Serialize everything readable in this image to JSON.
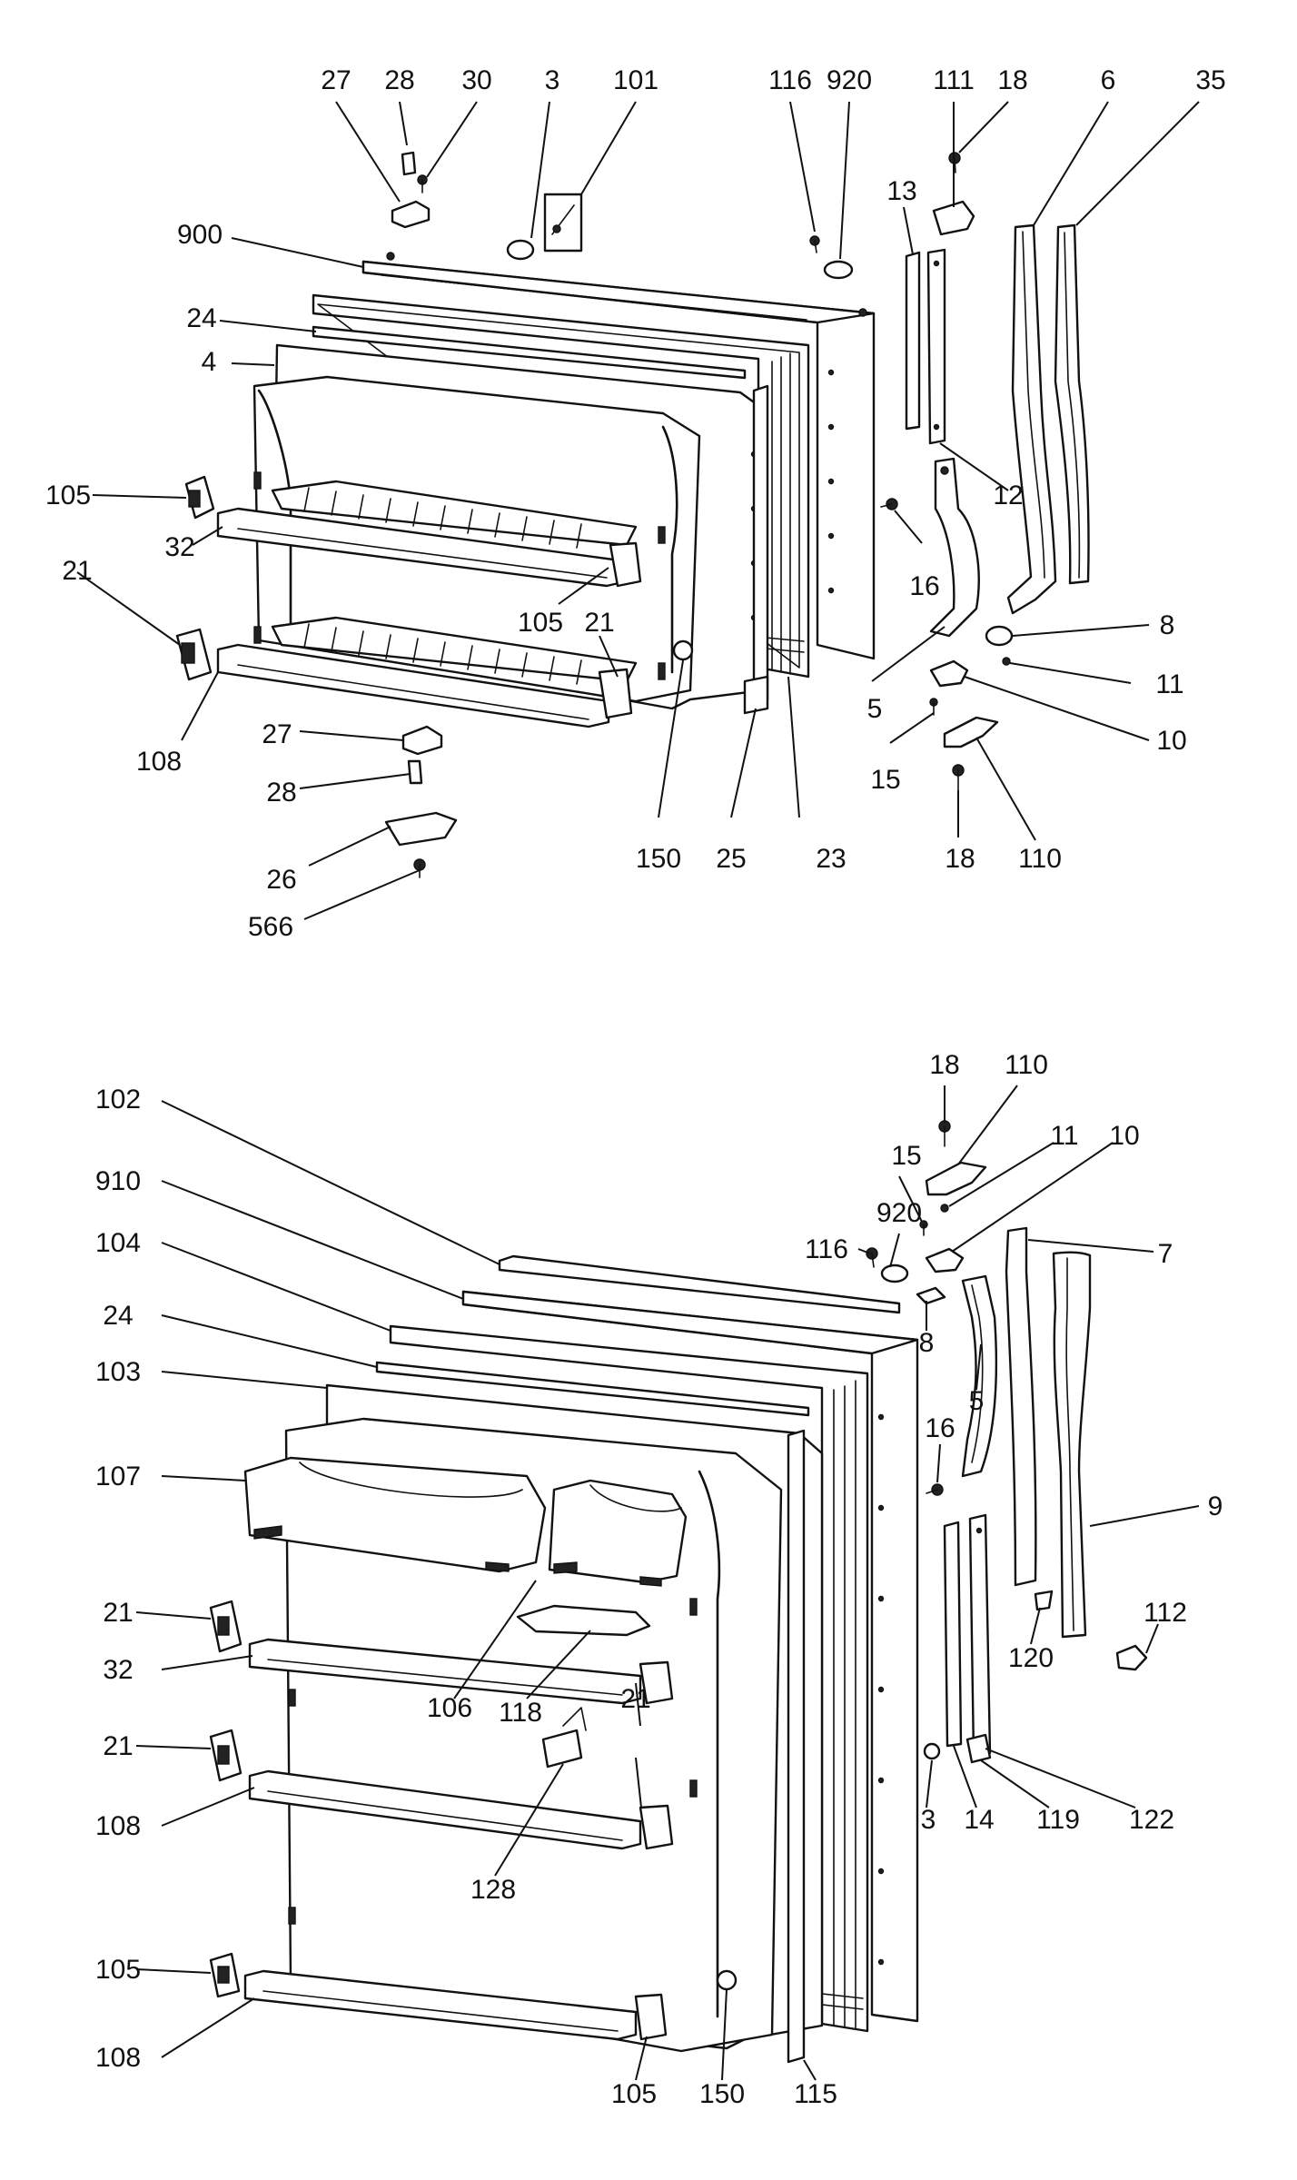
{
  "diagram": {
    "top_view": {
      "callouts": [
        "27",
        "28",
        "30",
        "3",
        "101",
        "116",
        "920",
        "111",
        "18",
        "6",
        "35",
        "900",
        "13",
        "24",
        "4",
        "12",
        "105",
        "16",
        "21",
        "32",
        "105",
        "21",
        "8",
        "5",
        "11",
        "10",
        "15",
        "110",
        "18",
        "150",
        "25",
        "23",
        "108",
        "27",
        "28",
        "26",
        "566"
      ]
    },
    "bottom_view": {
      "callouts": [
        "18",
        "110",
        "11",
        "10",
        "15",
        "102",
        "920",
        "116",
        "7",
        "910",
        "104",
        "8",
        "24",
        "5",
        "103",
        "16",
        "107",
        "9",
        "21",
        "120",
        "112",
        "106",
        "118",
        "32",
        "21",
        "21",
        "3",
        "14",
        "119",
        "122",
        "108",
        "128",
        "105",
        "105",
        "150",
        "115",
        "108"
      ]
    }
  }
}
